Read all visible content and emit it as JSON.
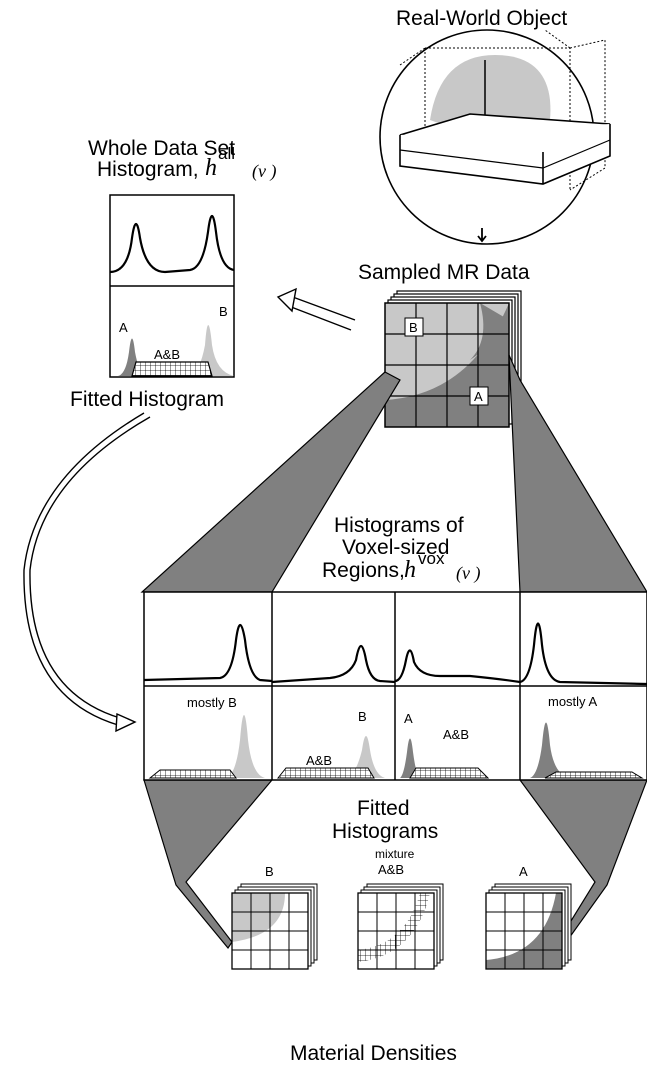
{
  "titles": {
    "real_world_object": "Real-World Object",
    "whole_data_set_line1": "Whole Data Set",
    "whole_data_set_line2": "Histogram,",
    "sampled_mr_data": "Sampled MR Data",
    "fitted_histogram": "Fitted Histogram",
    "histograms_voxel_line1": "Histograms of",
    "histograms_voxel_line2": "Voxel-sized",
    "histograms_voxel_line3": "Regions,",
    "fitted_histograms_line1": "Fitted",
    "fitted_histograms_line2": "Histograms",
    "material_densities": "Material Densities"
  },
  "math": {
    "h": "h",
    "all": "all",
    "vox": "vox",
    "nu": "(ν )"
  },
  "labels": {
    "A": "A",
    "B": "B",
    "AB": "A&B",
    "mostly_B": "mostly B",
    "mostly_A": "mostly A",
    "mixture": "mixture"
  },
  "colors": {
    "dark_gray": "#808080",
    "light_gray": "#c8c8c8",
    "black": "#000000"
  }
}
